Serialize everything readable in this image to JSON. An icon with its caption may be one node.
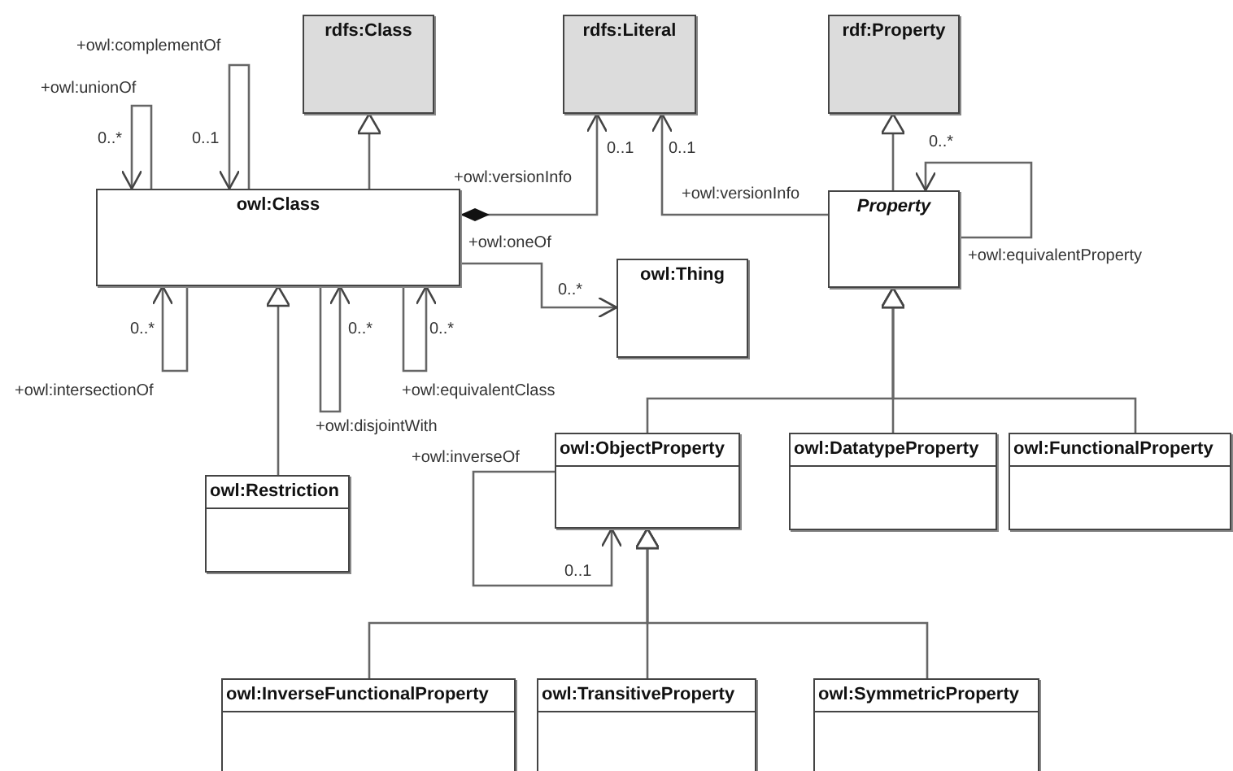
{
  "diagram": {
    "nodes": [
      {
        "text": [
          "rdfs:Class"
        ]
      },
      {
        "text": [
          "rdfs:Literal"
        ]
      },
      {
        "text": [
          "rdf:Property"
        ]
      },
      {
        "text": [
          "owl:Class"
        ]
      },
      {
        "text": [
          "Property"
        ]
      },
      {
        "text": [
          "owl:Thing"
        ]
      },
      {
        "text": [
          "owl:Restriction"
        ]
      },
      {
        "text": [
          "owl:ObjectProperty"
        ]
      },
      {
        "text": [
          "owl:DatatypeProperty"
        ]
      },
      {
        "text": [
          "owl:FunctionalProperty"
        ]
      },
      {
        "text": [
          "owl:InverseFunctionalProperty"
        ]
      },
      {
        "text": [
          "owl:TransitiveProperty"
        ]
      },
      {
        "text": [
          "owl:SymmetricProperty"
        ]
      }
    ],
    "edges": [
      {
        "from": 3,
        "to": 0,
        "arrow": "to"
      },
      {
        "from": 3,
        "to": 1,
        "arrow": "to",
        "label": "+owl:versionInfo"
      },
      {
        "from": 4,
        "to": 1,
        "arrow": "to",
        "label": "+owl:versionInfo"
      },
      {
        "from": 4,
        "to": 2,
        "arrow": "to"
      },
      {
        "from": 4,
        "to": 4,
        "arrow": "to",
        "label": "+owl:equivalentProperty"
      },
      {
        "from": 3,
        "to": 5,
        "arrow": "to",
        "label": "+owl:oneOf"
      },
      {
        "from": 3,
        "to": 3,
        "arrow": "to",
        "label": "+owl:unionOf"
      },
      {
        "from": 3,
        "to": 3,
        "arrow": "to",
        "label": "+owl:complementOf"
      },
      {
        "from": 3,
        "to": 3,
        "arrow": "to",
        "label": "+owl:intersectionOf"
      },
      {
        "from": 3,
        "to": 3,
        "arrow": "to",
        "label": "+owl:disjointWith"
      },
      {
        "from": 3,
        "to": 3,
        "arrow": "to",
        "label": "+owl:equivalentClass"
      },
      {
        "from": 6,
        "to": 3,
        "arrow": "to"
      },
      {
        "from": 7,
        "to": 4,
        "arrow": "to"
      },
      {
        "from": 8,
        "to": 4,
        "arrow": "to"
      },
      {
        "from": 9,
        "to": 4,
        "arrow": "to"
      },
      {
        "from": 7,
        "to": 7,
        "arrow": "to",
        "label": "+owl:inverseOf"
      },
      {
        "from": 10,
        "to": 7,
        "arrow": "to"
      },
      {
        "from": 11,
        "to": 7,
        "arrow": "to"
      },
      {
        "from": 12,
        "to": 7,
        "arrow": "to"
      }
    ],
    "labels": [
      "0..*",
      "0..1",
      "0..1",
      "0..1",
      "0..*",
      "0..*",
      "0..*",
      "0..*",
      "0..*",
      "0..1"
    ]
  }
}
